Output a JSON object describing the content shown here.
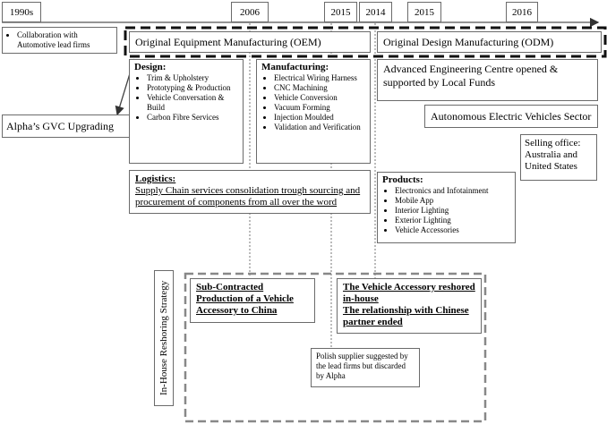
{
  "timeline": {
    "years": [
      "1990s",
      "2006",
      "2015",
      "2014",
      "2015",
      "2016"
    ]
  },
  "early": {
    "items": [
      "Collaboration with Automotive lead firms"
    ]
  },
  "upgrading_label": "Alpha’s GVC Upgrading",
  "oem": {
    "title": "Original Equipment Manufacturing (OEM)",
    "design": {
      "heading": "Design",
      "items": [
        "Trim & Upholstery",
        "Prototyping & Production",
        "Vehicle Conversation & Build",
        "Carbon Fibre Services"
      ]
    },
    "manufacturing": {
      "heading": "Manufacturing",
      "items": [
        "Electrical Wiring Harness",
        "CNC Machining",
        "Vehicle Conversion",
        "Vacuum Forming",
        "Injection Moulded",
        "Validation and Verification"
      ]
    },
    "logistics": {
      "heading": "Logistics:",
      "text": "Supply Chain services consolidation trough sourcing and procurement of components from all over the word"
    }
  },
  "odm": {
    "title": "Original Design Manufacturing (ODM)",
    "engineering_centre": "Advanced Engineering Centre opened & supported by Local Funds",
    "ev_sector": "Autonomous Electric Vehicles Sector",
    "selling_office": "Selling office: Australia and United States",
    "products": {
      "heading": "Products:",
      "items": [
        "Electronics and Infotainment",
        "Mobile App",
        "Interior Lighting",
        "Exterior Lighting",
        "Vehicle Accessories"
      ]
    }
  },
  "reshoring": {
    "label": "In-House Reshoring Strategy",
    "subcontracted": "Sub-Contracted Production of a Vehicle Accessory to China",
    "reshored_line1": "The Vehicle Accessory reshored in-house",
    "reshored_line2": "The relationship with Chinese partner ended",
    "polish_note": "Polish supplier suggested by the lead firms but discarded by Alpha"
  }
}
